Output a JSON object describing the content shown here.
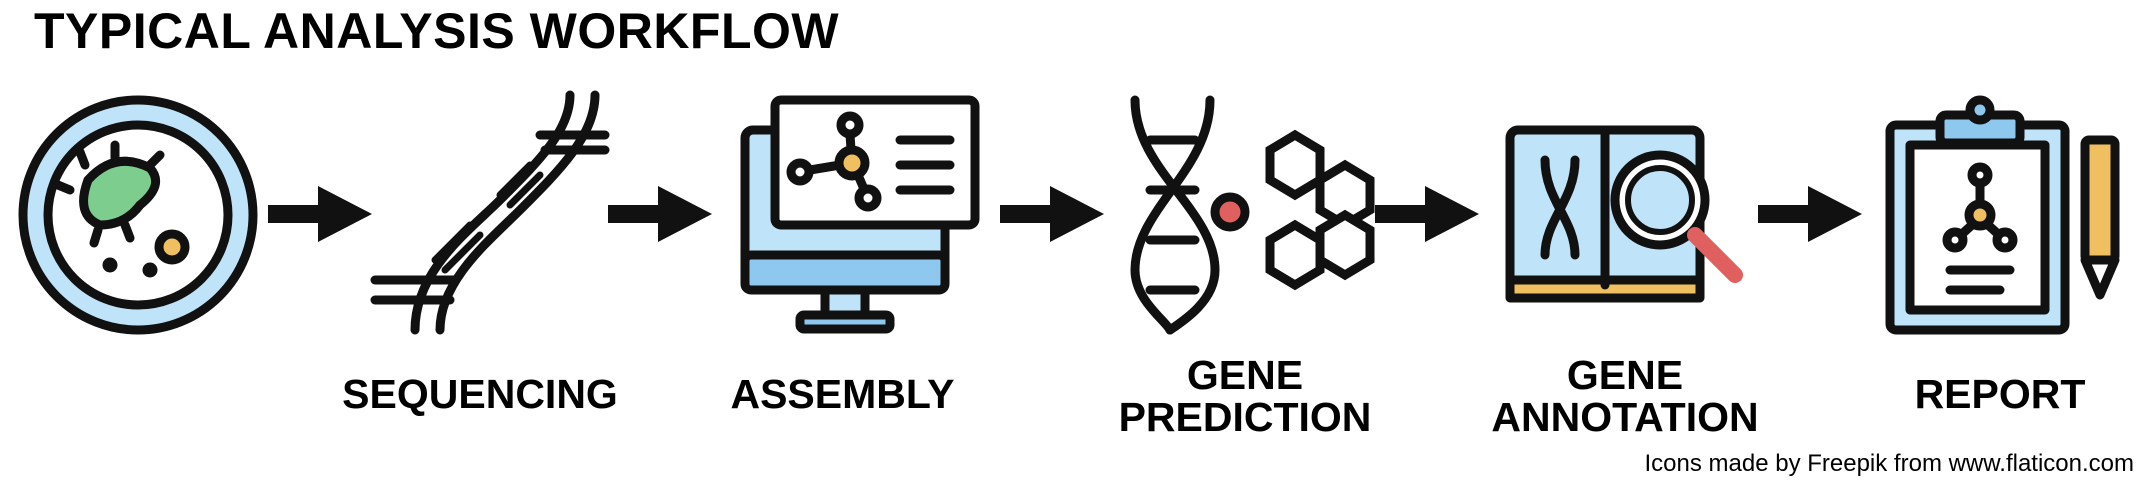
{
  "title": "TYPICAL ANALYSIS WORKFLOW",
  "steps": [
    {
      "icon": "petri-dish-bacteria-icon",
      "lines": []
    },
    {
      "icon": "dna-helix-icon",
      "lines": [
        "SEQUENCING"
      ]
    },
    {
      "icon": "computer-monitor-network-icon",
      "lines": [
        "ASSEMBLY"
      ]
    },
    {
      "icon": "dna-molecule-icon",
      "lines": [
        "GENE",
        "PREDICTION"
      ]
    },
    {
      "icon": "book-magnifier-icon",
      "lines": [
        "GENE",
        "ANNOTATION"
      ]
    },
    {
      "icon": "clipboard-pencil-icon",
      "lines": [
        "REPORT"
      ]
    }
  ],
  "credit": "Icons made by Freepik from www.flaticon.com",
  "colors": {
    "stroke": "#111111",
    "light_blue": "#bfe3f8",
    "mid_blue": "#8ec8ee",
    "green": "#7ccd8e",
    "gold": "#f0c060",
    "red": "#e06060",
    "grey": "#f0f0f0"
  }
}
